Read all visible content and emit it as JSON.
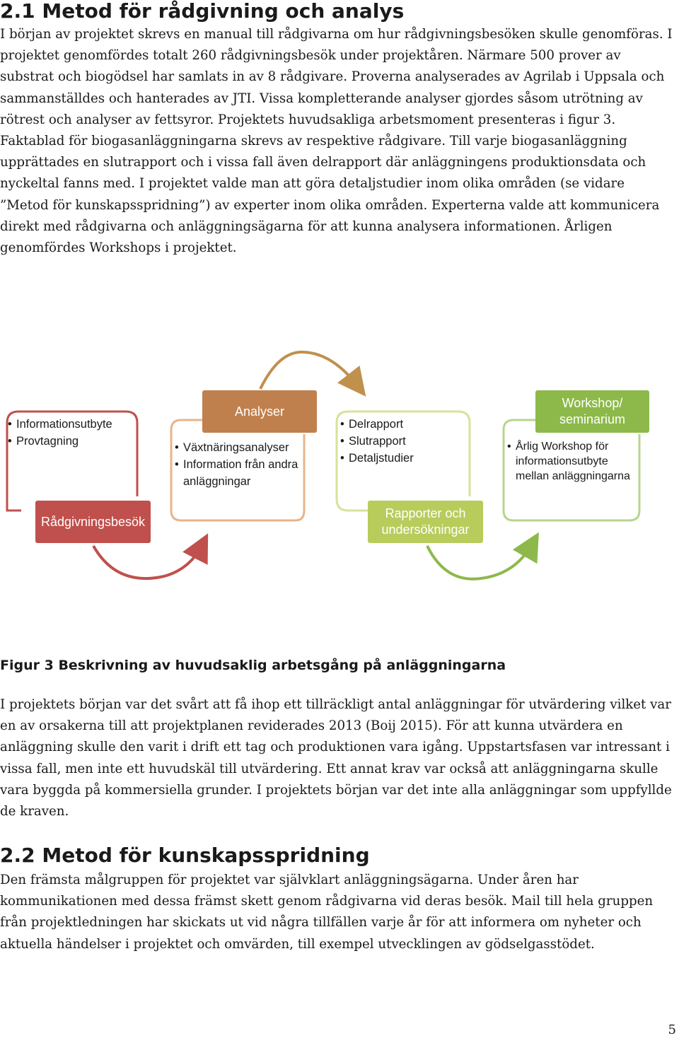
{
  "section_1": {
    "heading": "2.1 Metod för rådgivning och analys",
    "paragraph": "I början av projektet skrevs en manual till rådgivarna om hur rådgivningsbesöken skulle genomföras. I projektet genomfördes totalt 260 rådgivningsbesök under projektåren. Närmare 500 prover av substrat och biogödsel har samlats in av 8 rådgivare. Proverna analyserades av Agrilab i Uppsala och sammanställdes och hanterades av JTI. Vissa kompletterande analyser gjordes såsom utrötning av rötrest och analyser av fettsyror. Projektets huvudsakliga arbetsmoment presenteras i figur 3. Faktablad för biogasanläggningarna skrevs av respektive rådgivare. Till varje biogasanläggning upprättades en slutrapport och i vissa fall även delrapport där anläggningens produktionsdata och nyckeltal fanns med. I projektet valde man att göra detaljstudier inom olika områden (se vidare ”Metod för kunskapsspridning”) av experter inom olika områden. Experterna valde att kommunicera direkt med rådgivarna och anläggningsägarna för att kunna analysera informationen. Årligen genomfördes Workshops i projektet."
  },
  "figure": {
    "caption": "Figur 3 Beskrivning av huvudsaklig arbetsgång på anläggningarna",
    "steps": [
      {
        "title": "Rådgivningsbesök",
        "items": [
          "Informationsutbyte",
          "Provtagning"
        ],
        "color": "#c0504d"
      },
      {
        "title": "Analyser",
        "items": [
          "Växtnäringsanalyser",
          "Information från andra anläggningar"
        ],
        "color": "#c0804d"
      },
      {
        "title": "Rapporter och undersökningar",
        "items": [
          "Delrapport",
          "Slutrapport",
          "Detaljstudier"
        ],
        "color": "#b8cc5c"
      },
      {
        "title": "Workshop/ seminarium",
        "items": [
          "Årlig Workshop för informationsutbyte mellan anläggningarna"
        ],
        "color": "#8db94a"
      }
    ]
  },
  "paragraph_after_figure": "I projektets början var det svårt att få ihop ett tillräckligt antal anläggningar för utvärdering vilket var en av orsakerna till att projektplanen reviderades 2013 (Boij 2015).  För att kunna utvärdera en anläggning skulle den varit i drift ett tag och produktionen vara igång. Uppstartsfasen var intressant i vissa fall, men inte ett huvudskäl till utvärdering. Ett annat krav var också att anläggningarna skulle vara byggda på kommersiella grunder. I projektets början var det inte alla anläggningar som uppfyllde de kraven.",
  "section_2": {
    "heading": "2.2 Metod för kunskapsspridning",
    "paragraph": "Den främsta målgruppen för projektet var självklart anläggningsägarna. Under åren har kommunikationen med dessa främst skett genom rådgivarna vid deras besök. Mail till hela gruppen från projektledningen har skickats ut vid några tillfällen varje år för att informera om nyheter och aktuella händelser i projektet och omvärden, till exempel utvecklingen av gödselgasstödet."
  },
  "page_number": "5"
}
